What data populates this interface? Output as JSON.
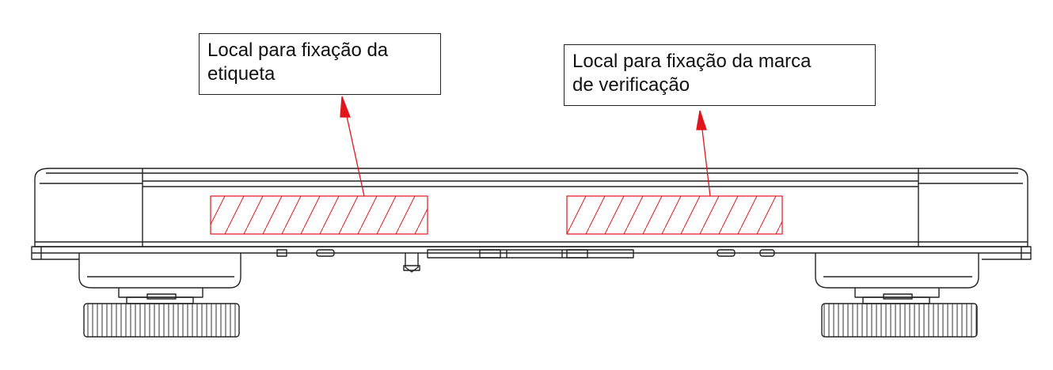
{
  "callouts": {
    "label_location": {
      "line1": "Local para fixação da",
      "line2": "etiqueta"
    },
    "verification_mark_location": {
      "line1": "Local para fixação da marca",
      "line2": "de verificação"
    }
  },
  "colors": {
    "outline": "#222222",
    "highlight": "#e0161c"
  }
}
